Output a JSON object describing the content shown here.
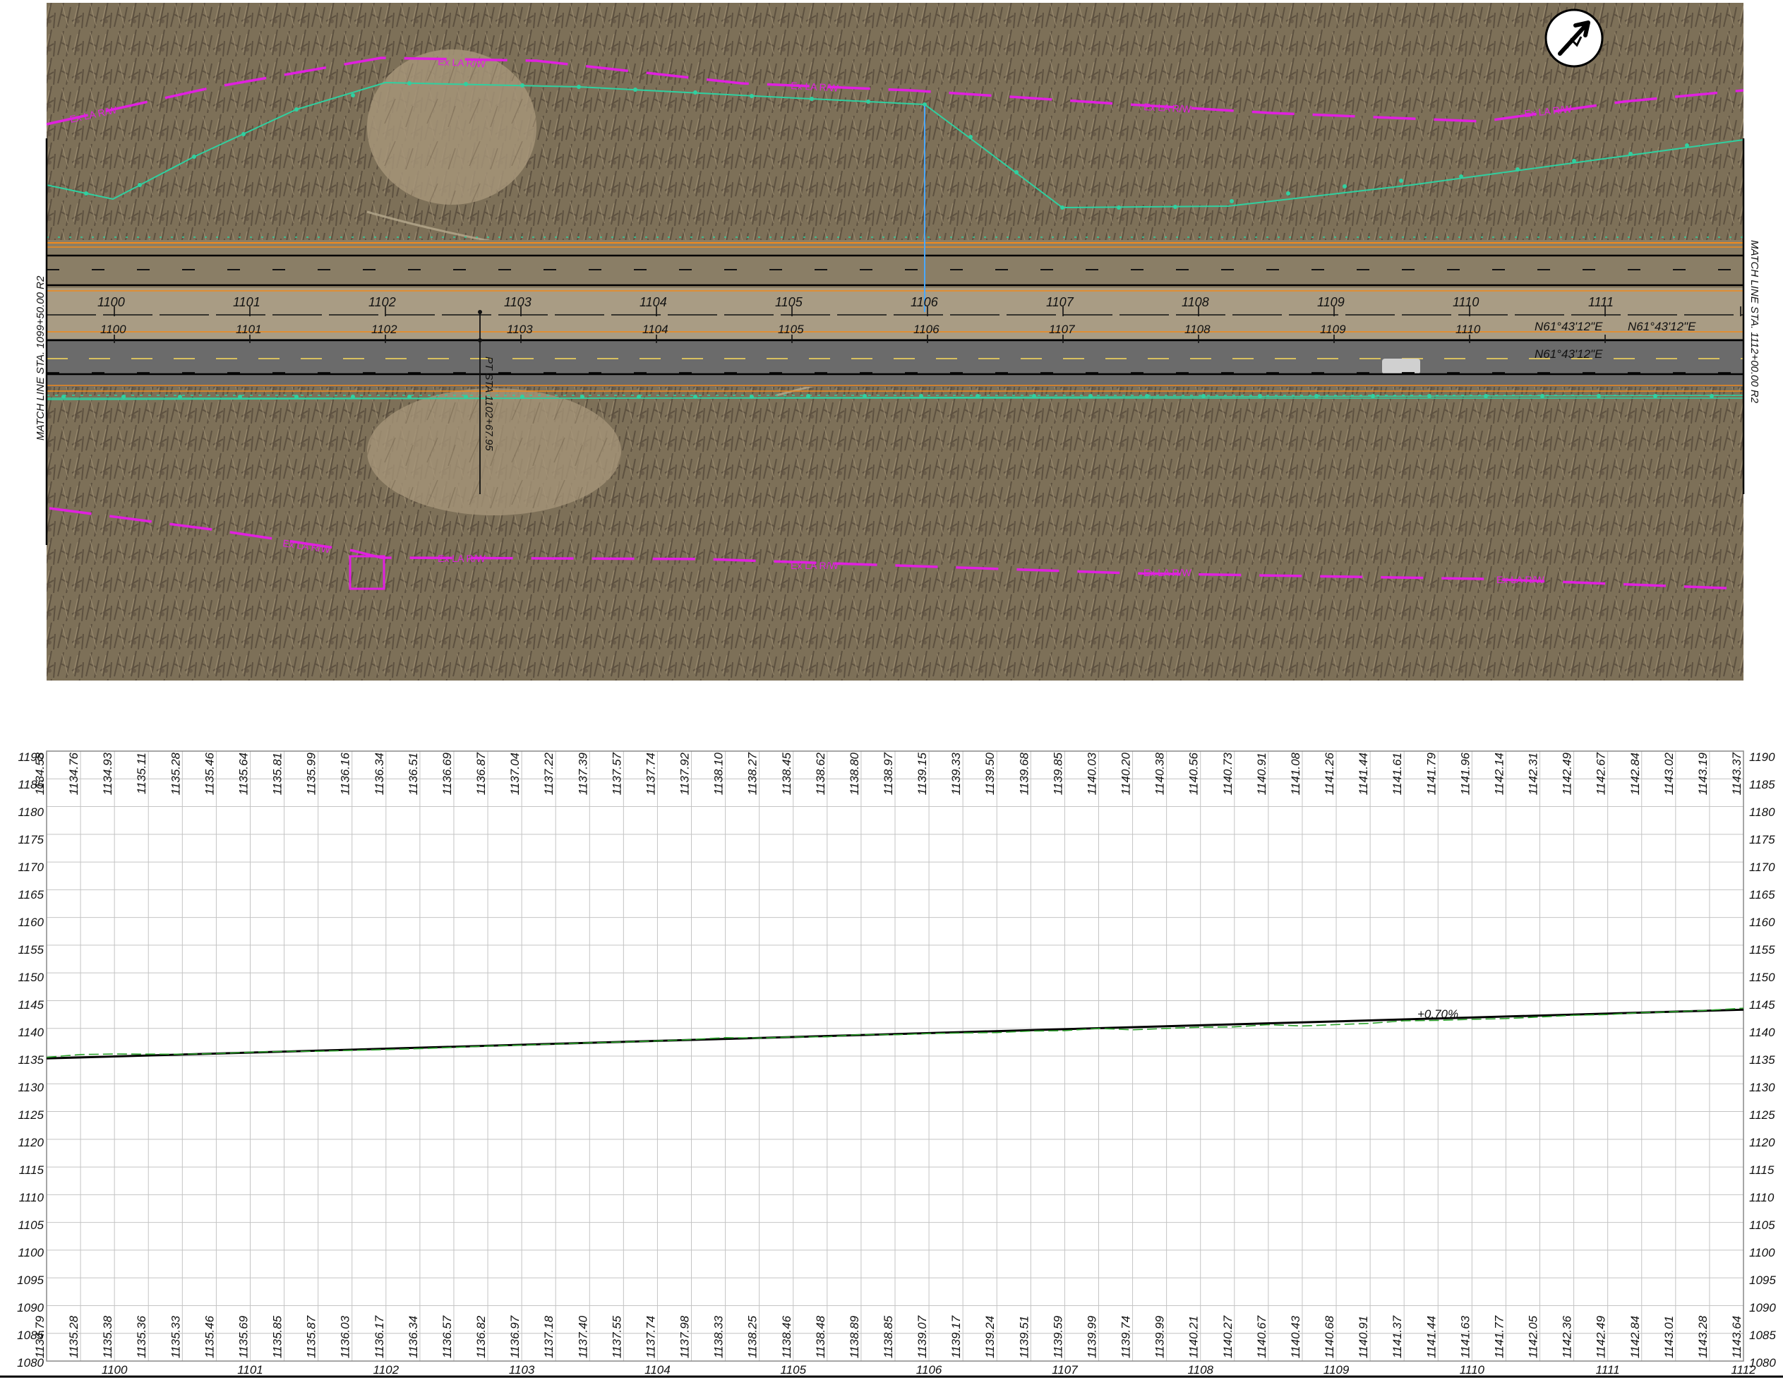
{
  "plan": {
    "match_line_left": "MATCH LINE STA. 1099+50.00 R2",
    "match_line_right": "MATCH LINE STA. 1112+00.00 R2",
    "row_label": "Ex LA R/W",
    "bearing_labels": [
      "N61°43'12\"E",
      "N61°43'12\"E",
      "N61°43'12\"E"
    ],
    "pt_label": "PT STA 1102+67.95",
    "station_labels": [
      "1100",
      "1101",
      "1102",
      "1103",
      "1104",
      "1105",
      "1106",
      "1107",
      "1108",
      "1109",
      "1110",
      "1111",
      "1112"
    ],
    "north_arrow_icon": "north-arrow-icon",
    "colors": {
      "row": "#e020e0",
      "existing": "#30d0a0",
      "edge": "#f08a1c",
      "line": "#000000"
    }
  },
  "profile": {
    "elevation_ticks": [
      "1190",
      "1185",
      "1180",
      "1175",
      "1170",
      "1165",
      "1160",
      "1155",
      "1150",
      "1145",
      "1140",
      "1135",
      "1130",
      "1125",
      "1120",
      "1115",
      "1110",
      "1105",
      "1100",
      "1095",
      "1090",
      "1085",
      "1080"
    ],
    "grade_label": "+0.70%",
    "station_labels": [
      "1100",
      "1101",
      "1102",
      "1103",
      "1104",
      "1105",
      "1106",
      "1107",
      "1108",
      "1109",
      "1110",
      "1111",
      "1112"
    ],
    "top_elevations": [
      "1134.58",
      "1134.76",
      "1134.93",
      "1135.11",
      "1135.28",
      "1135.46",
      "1135.64",
      "1135.81",
      "1135.99",
      "1136.16",
      "1136.34",
      "1136.51",
      "1136.69",
      "1136.87",
      "1137.04",
      "1137.22",
      "1137.39",
      "1137.57",
      "1137.74",
      "1137.92",
      "1138.10",
      "1138.27",
      "1138.45",
      "1138.62",
      "1138.80",
      "1138.97",
      "1139.15",
      "1139.33",
      "1139.50",
      "1139.68",
      "1139.85",
      "1140.03",
      "1140.20",
      "1140.38",
      "1140.56",
      "1140.73",
      "1140.91",
      "1141.08",
      "1141.26",
      "1141.44",
      "1141.61",
      "1141.79",
      "1141.96",
      "1142.14",
      "1142.31",
      "1142.49",
      "1142.67",
      "1142.84",
      "1143.02",
      "1143.19",
      "1143.37"
    ],
    "bottom_elevations": [
      "1134.79",
      "1135.28",
      "1135.38",
      "1135.36",
      "1135.33",
      "1135.46",
      "1135.69",
      "1135.85",
      "1135.87",
      "1136.03",
      "1136.17",
      "1136.34",
      "1136.57",
      "1136.82",
      "1136.97",
      "1137.18",
      "1137.40",
      "1137.55",
      "1137.74",
      "1137.98",
      "1138.33",
      "1138.25",
      "1138.46",
      "1138.48",
      "1138.89",
      "1138.85",
      "1139.07",
      "1139.17",
      "1139.24",
      "1139.51",
      "1139.59",
      "1139.99",
      "1139.74",
      "1139.99",
      "1140.21",
      "1140.27",
      "1140.67",
      "1140.43",
      "1140.68",
      "1140.91",
      "1141.37",
      "1141.44",
      "1141.63",
      "1141.77",
      "1142.05",
      "1142.36",
      "1142.49",
      "1142.84",
      "1143.01",
      "1143.28",
      "1143.64"
    ],
    "chart_data": {
      "type": "line",
      "xlabel": "",
      "ylabel": "",
      "xlim": [
        1099.5,
        1112.0
      ],
      "ylim": [
        1080,
        1190
      ],
      "grid": true,
      "series": [
        {
          "name": "",
          "role": "proposed",
          "x": [
            1099.5,
            1112.0
          ],
          "y": [
            1134.58,
            1143.37
          ]
        },
        {
          "name": "",
          "role": "existing",
          "x": [
            1099.5,
            1099.75,
            1100.0,
            1100.25,
            1100.5,
            1100.75,
            1101.0,
            1101.25,
            1101.5,
            1101.75,
            1102.0,
            1102.25,
            1102.5,
            1102.75,
            1103.0,
            1103.25,
            1103.5,
            1103.75,
            1104.0,
            1104.25,
            1104.5,
            1104.75,
            1105.0,
            1105.25,
            1105.5,
            1105.75,
            1106.0,
            1106.25,
            1106.5,
            1106.75,
            1107.0,
            1107.25,
            1107.5,
            1107.75,
            1108.0,
            1108.25,
            1108.5,
            1108.75,
            1109.0,
            1109.25,
            1109.5,
            1109.75,
            1110.0,
            1110.25,
            1110.5,
            1110.75,
            1111.0,
            1111.25,
            1111.5,
            1111.75,
            1112.0
          ],
          "y": [
            1134.79,
            1135.28,
            1135.38,
            1135.36,
            1135.33,
            1135.46,
            1135.69,
            1135.85,
            1135.87,
            1136.03,
            1136.17,
            1136.34,
            1136.57,
            1136.82,
            1136.97,
            1137.18,
            1137.4,
            1137.55,
            1137.74,
            1137.98,
            1138.33,
            1138.25,
            1138.46,
            1138.48,
            1138.89,
            1138.85,
            1139.07,
            1139.17,
            1139.24,
            1139.51,
            1139.59,
            1139.99,
            1139.74,
            1139.99,
            1140.21,
            1140.27,
            1140.67,
            1140.43,
            1140.68,
            1140.91,
            1141.37,
            1141.44,
            1141.63,
            1141.77,
            1142.05,
            1142.36,
            1142.49,
            1142.84,
            1143.01,
            1143.28,
            1143.64
          ]
        }
      ]
    }
  }
}
